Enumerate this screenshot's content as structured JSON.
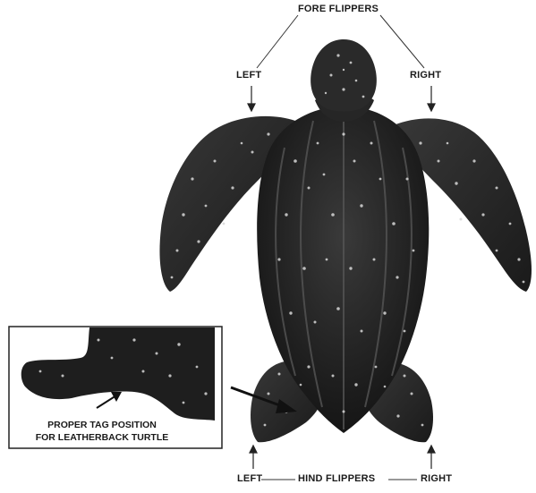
{
  "labels": {
    "fore_flippers": "FORE FLIPPERS",
    "fore_left": "LEFT",
    "fore_right": "RIGHT",
    "hind_flippers": "HIND FLIPPERS",
    "hind_left": "LEFT",
    "hind_right": "RIGHT"
  },
  "inset": {
    "caption_line1": "PROPER TAG POSITION",
    "caption_line2": "FOR LEATHERBACK TURTLE"
  },
  "colors": {
    "turtle_body": "#232323",
    "spots": "#d8d8d8",
    "label_text": "#1a1a1a"
  }
}
